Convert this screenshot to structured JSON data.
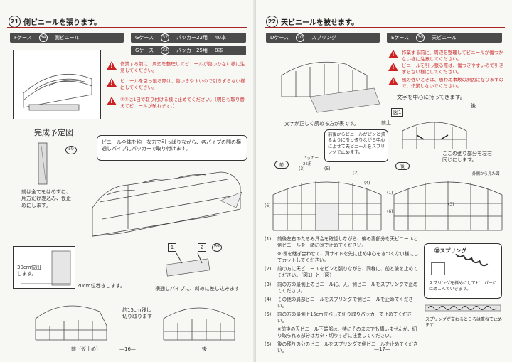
{
  "left_page": {
    "section_number": "21",
    "title": "側ビニールを張ります。",
    "bars": [
      {
        "case": "Fケース",
        "num": "34",
        "part": "側ビニール",
        "qty": ""
      },
      {
        "case": "Gケース",
        "num": "32",
        "part": "パッカー22用",
        "qty": "40本"
      },
      {
        "case": "Gケース",
        "num": "32",
        "part": "パッカー25用",
        "qty": "8本"
      }
    ],
    "warnings": [
      "作業する前に、周辺を整理してビニールが傷つかない様に注意してください。",
      "ビニールを引っ張る際は、傷つきやすいので引きずらない様にしてください。",
      "②③は1日で取り付ける様に止めてください。（明日も取り替えてビニールが破れます。）"
    ],
    "completion_label": "完成予定図",
    "callout_59": "59",
    "instruction_box": "ビニール全体を均一な力で引っぱりながら、各パイプの間の横通しパイプにパッカーで取り付けます。",
    "front_note": "前は全てをはめずに、片方だけ差込み、仮止めにします。",
    "dim_30cm": "30cm位出します。",
    "dim_20cm": "20cm位巻きします。",
    "step_markers": [
      "1",
      "2"
    ],
    "marker_69": "69",
    "diagonal_note": "横通しパイプに、斜めに差し込みます",
    "cut_note": "約15cm残し切り取ります",
    "caption_front": "前（仮止め）",
    "caption_back": "後",
    "page_number": "—16—"
  },
  "right_page": {
    "section_number": "22",
    "title": "天ビニールを被せます。",
    "bars": [
      {
        "case": "Dケース",
        "num": "20",
        "part": "スプリング"
      },
      {
        "case": "Eケース",
        "num": "30",
        "part": "天ビニール"
      }
    ],
    "warnings": [
      "作業する前に、周辺を整理してビニールが傷つかない様に注意してください。",
      "ビニールを引っ張る際は、傷つきやすいので引きずらない様にしてください。",
      "風の強いときは、思わぬ事故の原因になりますので、作業しないでください。"
    ],
    "center_note": "文字を中心に持ってきます。",
    "label_back": "後",
    "figure_label": "図1",
    "label_front_top": "前上",
    "text_correct": "文字が正しく読める方が表です。",
    "front_spring_note": "前後からビニールがピンと張るように引っ張りながら中心によせて天ビニールをスプリングで止めます。",
    "sag_note": "ここの弛り部分を左右同じにします。",
    "small_label": "外側から見た図",
    "panel_front": "前",
    "panel_back": "後",
    "packer_note": "パッカー\n25用",
    "callouts": [
      "(3)",
      "(5)",
      "(2)",
      "(4)",
      "(6)",
      "(1)",
      "(3)",
      "(6)"
    ],
    "steps": [
      {
        "n": "(1)",
        "text": "前後左右のたるみ具合を確認しながら、後の妻部分を天ビニールと側ビニールを一緒に⑳で止めてください。"
      },
      {
        "n": "",
        "text": "※ ⑳を継ぎ合わせて、真サイドを先に止め中心をきつくない様にしてカットしてください。"
      },
      {
        "n": "(2)",
        "text": "前の方に天ビニールをピンと張りながら、同様に、前と後を止めてください。〔図1〕と〔図〕"
      },
      {
        "n": "(3)",
        "text": "前の方の最側上のビニールに、天、側ビニールをスプリングで止めてください。"
      },
      {
        "n": "(4)",
        "text": "その他の肩部ビニールをスプリングで側ビニールを止めてください。"
      },
      {
        "n": "(5)",
        "text": "前の方の最側上15cm位残して切り取りパッカーで止めてください。"
      },
      {
        "n": "",
        "text": "※前後の天ビニール下端部は、特にそのままでも構いませんが、切り取られる部分はカタ・切りすぎに注意してください。"
      },
      {
        "n": "(6)",
        "text": "後の残りの分のビニールをスプリングで側ビニールを止めてください。"
      }
    ],
    "spring_title": "⑳スプリング",
    "spring_note": "スプリングを斜めにしてビニパーにはめこんでいきます。",
    "overlap_note": "スプリングが交わるところは重ねて止めます",
    "page_number": "—17—"
  }
}
